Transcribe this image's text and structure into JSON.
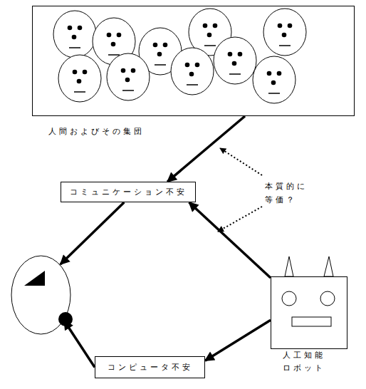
{
  "diagram": {
    "nodes": [
      {
        "text": [
          "人間およびその集団"
        ]
      },
      {
        "text": [
          "コミュニケーション不安"
        ]
      },
      {
        "text": []
      },
      {
        "text": [
          "人工知能 ロボット"
        ]
      },
      {
        "text": [
          "コンピュータ不安"
        ]
      }
    ],
    "edges": [
      {
        "from": 0,
        "to": 1,
        "arrow": "to"
      },
      {
        "from": 1,
        "to": 2,
        "arrow": "to"
      },
      {
        "from": 3,
        "to": 1,
        "arrow": "to"
      },
      {
        "from": 3,
        "to": 4,
        "arrow": "to"
      },
      {
        "from": 4,
        "to": 2,
        "arrow": "to"
      }
    ],
    "labels": [
      "本質的に 等価？"
    ]
  }
}
